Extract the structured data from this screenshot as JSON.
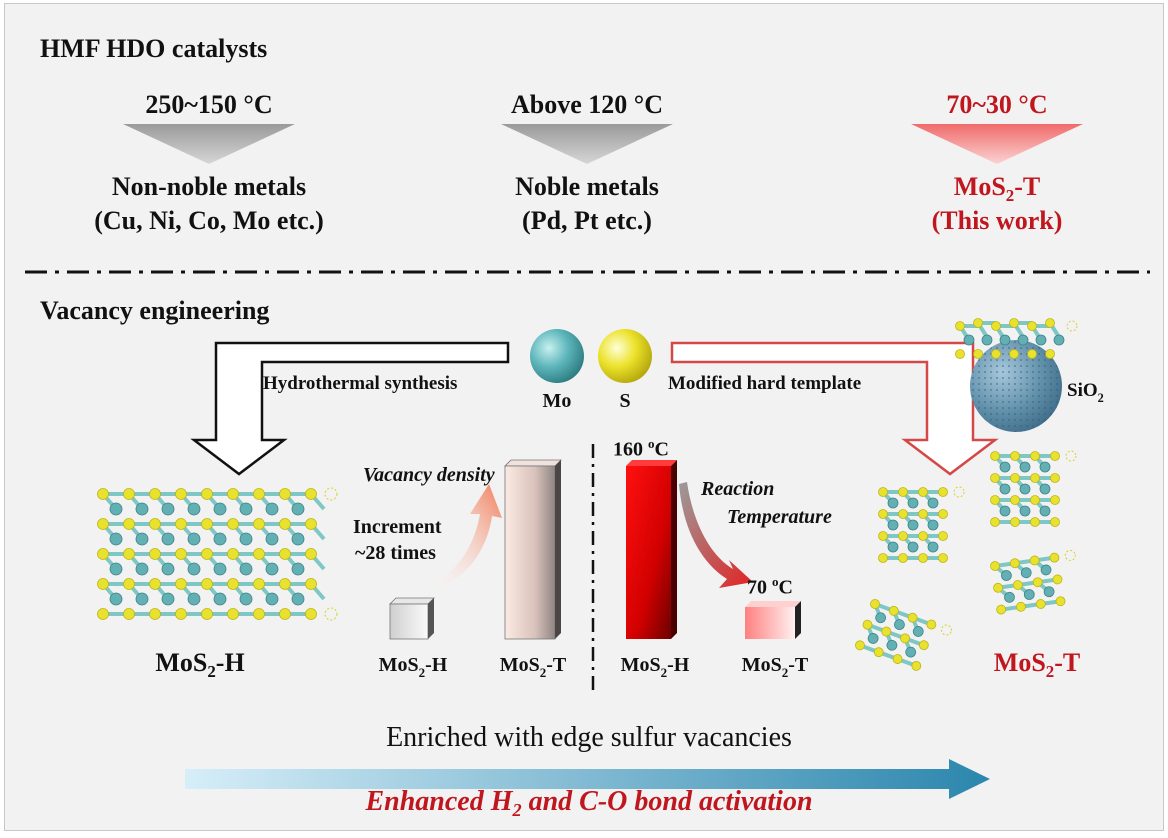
{
  "section1": {
    "title": "HMF HDO catalysts",
    "columns": [
      {
        "temp": "250~150 °C",
        "name": "Non-noble metals",
        "detail": "(Cu, Ni, Co, Mo etc.)"
      },
      {
        "temp": "Above 120 °C",
        "name": "Noble metals",
        "detail": "(Pd, Pt etc.)"
      },
      {
        "temp": "70~30 °C",
        "name_main": "MoS",
        "name_sub": "2",
        "name_tail": "-T",
        "detail": "(This work)"
      }
    ]
  },
  "section2": {
    "title": "Vacancy engineering",
    "mo_label": "Mo",
    "s_label": "S",
    "left_route": "Hydrothermal synthesis",
    "right_route": "Modified hard template",
    "sio2": {
      "main": "SiO",
      "sub": "2"
    },
    "left_product": {
      "main": "MoS",
      "sub": "2",
      "tail": "-H"
    },
    "right_product": {
      "main": "MoS",
      "sub": "2",
      "tail": "-T"
    },
    "vacancy_chart": {
      "annotation": "Vacancy density",
      "increment_line1": "Increment",
      "increment_line2": "~28 times",
      "labels": [
        {
          "main": "MoS",
          "sub": "2",
          "tail": "-H"
        },
        {
          "main": "MoS",
          "sub": "2",
          "tail": "-T"
        }
      ]
    },
    "temperature_chart": {
      "annotation_line1": "Reaction",
      "annotation_line2": "Temperature",
      "high_temp": {
        "num": "160 ",
        "sup": "o",
        "unit": "C"
      },
      "low_temp": {
        "num": "70 ",
        "sup": "o",
        "unit": "C"
      },
      "labels": [
        {
          "main": "MoS",
          "sub": "2",
          "tail": "-H"
        },
        {
          "main": "MoS",
          "sub": "2",
          "tail": "-T"
        }
      ]
    }
  },
  "footer": {
    "line1": "Enriched with edge sulfur vacancies",
    "line2_a": "Enhanced H",
    "line2_sub": "2",
    "line2_b": " and C-O bond activation"
  }
}
